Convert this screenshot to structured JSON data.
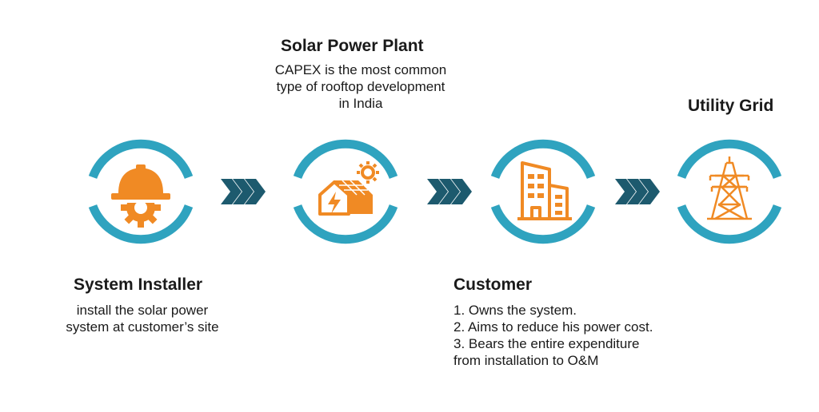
{
  "colors": {
    "ring": "#2fa3bf",
    "icon": "#f08a24",
    "chevron": "#1d5a6e",
    "text": "#1a1a1a"
  },
  "nodes": [
    {
      "title": "System Installer",
      "icon": "hard-hat-gear-icon",
      "description": [
        "install the solar power",
        "system at customer’s site"
      ]
    },
    {
      "title": "Solar Power Plant",
      "icon": "solar-house-icon",
      "description": [
        "CAPEX is the most common",
        "type of rooftop development",
        "in India"
      ]
    },
    {
      "title": "Customer",
      "icon": "buildings-icon",
      "description": [
        "1. Owns the system.",
        "2. Aims to reduce his power cost.",
        "3. Bears the entire expenditure",
        "from installation to O&M"
      ]
    },
    {
      "title": "Utility Grid",
      "icon": "transmission-tower-icon",
      "description": []
    }
  ],
  "connectors": [
    "chevron-arrow-icon",
    "chevron-arrow-icon",
    "chevron-arrow-icon"
  ]
}
